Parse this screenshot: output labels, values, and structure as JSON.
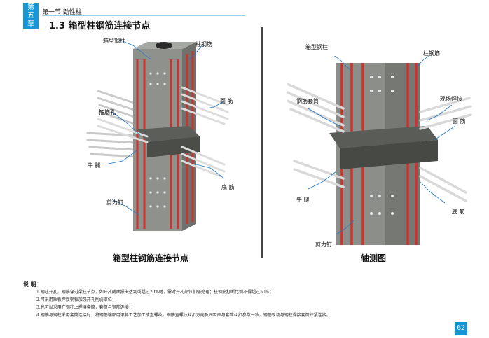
{
  "header": {
    "chapter_tab": [
      "第",
      "五",
      "章"
    ],
    "section": "第一节 劲性柱",
    "title": "1.3 箱型柱钢筋连接节点"
  },
  "figure_left": {
    "caption": "箱型柱钢筋连接节点",
    "callouts": {
      "box_column": "箱型钢柱",
      "column_rebar": "柱钢筋",
      "stirrup_hole": "箍筋孔",
      "top_rebar": "面 筋",
      "corbel": "牛 腿",
      "bottom_rebar": "底 筋",
      "shear_stud": "剪力钉"
    }
  },
  "figure_right": {
    "caption": "轴测图",
    "callouts": {
      "box_column": "箱型钢柱",
      "column_rebar": "柱钢筋",
      "rebar_coupler": "钢筋套筒",
      "site_weld": "现场焊接",
      "top_rebar": "面 筋",
      "corbel": "牛 腿",
      "bottom_rebar": "底 筋",
      "shear_stud": "剪力钉"
    }
  },
  "notes": {
    "heading": "说 明：",
    "items": [
      "1.钢柱开孔，钢筋穿过梁柱节点，如开孔截面损失达到或超过20%时，需对开孔部位加强处理；柱钢筋打断比例不得超过50%；",
      "2.可采用贴板焊接钢板加强开孔削弱部位；",
      "3.也可以采用在钢柱上焊接套筒，套筒与钢筋连接；",
      "4.钢筋与钢柱采用套筒连接时，将钢筋端部用滚轧工艺加工成直螺纹，钢筋直螺纹丝扣方向及间距应与套筒丝扣参数一致，钢筋现场与钢柱焊接套筒拧紧连接。"
    ]
  },
  "page_number": "62",
  "colors": {
    "accent_blue": "#1497d4",
    "steel_gray": "#8a8c88",
    "rebar_red": "#c8342e",
    "rebar_light": "#d8d8d8",
    "leader_blue": "#1f78c8"
  }
}
